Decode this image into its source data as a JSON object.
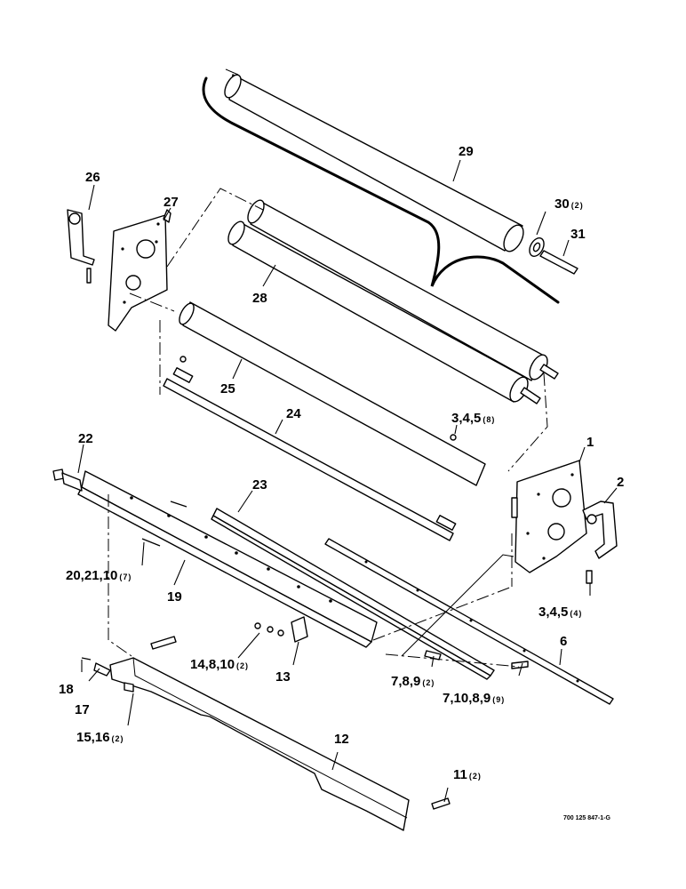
{
  "drawing_number": "700 125 847-1-G",
  "callouts": [
    {
      "num": "1"
    },
    {
      "num": "2"
    },
    {
      "num": "3,4,5",
      "qty": "(8)"
    },
    {
      "num": "3,4,5",
      "qty": "(4)"
    },
    {
      "num": "6"
    },
    {
      "num": "7,8,9",
      "qty": "(2)"
    },
    {
      "num": "7,10,8,9",
      "qty": "(9)"
    },
    {
      "num": "11",
      "qty": "(2)"
    },
    {
      "num": "12"
    },
    {
      "num": "13"
    },
    {
      "num": "14,8,10",
      "qty": "(2)"
    },
    {
      "num": "15,16",
      "qty": "(2)"
    },
    {
      "num": "17"
    },
    {
      "num": "18"
    },
    {
      "num": "19"
    },
    {
      "num": "20,21,10",
      "qty": "(7)"
    },
    {
      "num": "22"
    },
    {
      "num": "23"
    },
    {
      "num": "24"
    },
    {
      "num": "25"
    },
    {
      "num": "26"
    },
    {
      "num": "27"
    },
    {
      "num": "28"
    },
    {
      "num": "29"
    },
    {
      "num": "30",
      "qty": "(2)"
    },
    {
      "num": "31"
    }
  ]
}
